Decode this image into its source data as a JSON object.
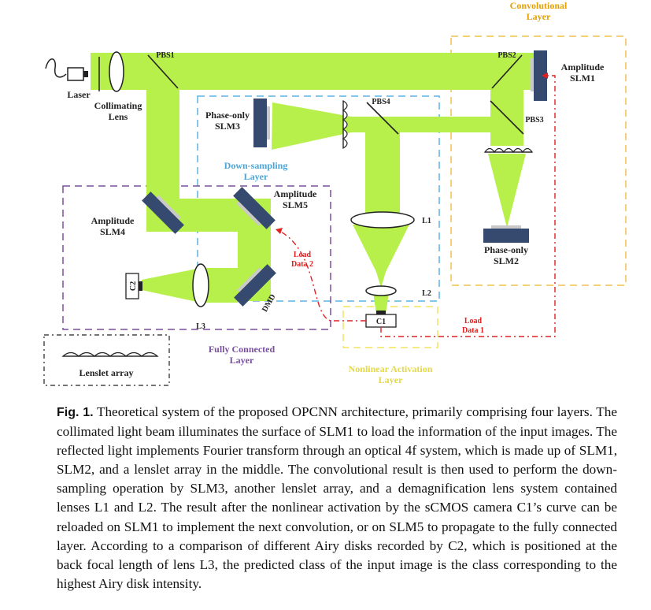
{
  "figure": {
    "layers": {
      "convolutional": "Convolutional\nLayer",
      "down_sampling": "Down-sampling\nLayer",
      "fully_connected": "Fully Connected\nLayer",
      "nonlinear": "Nonlinear Activation\nLayer"
    },
    "labels": {
      "laser": "Laser",
      "collimating_lens": "Collimating\nLens",
      "pbs1": "PBS1",
      "pbs2": "PBS2",
      "pbs3": "PBS3",
      "pbs4": "PBS4",
      "amp_slm1": "Amplitude\nSLM1",
      "phase_slm2": "Phase-only\nSLM2",
      "phase_slm3": "Phase-only\nSLM3",
      "amp_slm4": "Amplitude\nSLM4",
      "amp_slm5": "Amplitude\nSLM5",
      "dmd": "DMD",
      "l1": "L1",
      "l2": "L2",
      "l3": "L3",
      "c1": "C1",
      "c2": "C2",
      "load_data_1": "Load\nData 1",
      "load_data_2": "Load\nData 2",
      "lenslet_array": "Lenslet array"
    },
    "colors": {
      "beam": "#b7f04a",
      "optic_dark": "#36496e",
      "conv_box": "#f2c14e",
      "down_box": "#5fb3e0",
      "fc_box": "#7a4f9e",
      "nonlin_box": "#f2e35e",
      "load_line": "#e02020",
      "layer_title": "#e3a000"
    }
  },
  "caption": {
    "label": "Fig. 1.",
    "text": "Theoretical system of the proposed OPCNN architecture, primarily comprising four layers. The collimated light beam illuminates the surface of SLM1 to load the information of the input images. The reflected light implements Fourier transform through an optical 4f system, which is made up of SLM1, SLM2, and a lenslet array in the middle. The convolutional result is then used to perform the down-sampling operation by SLM3, another lenslet array, and a demagnification lens system contained lenses L1 and L2. The result after the nonlinear activation by the sCMOS camera C1’s curve can be reloaded on SLM1 to implement the next convolution, or on SLM5 to propagate to the fully connected layer. According to a comparison of different Airy disks recorded by C2, which is positioned at the back focal length of lens L3, the predicted class of the input image is the class corresponding to the highest Airy disk intensity."
  }
}
